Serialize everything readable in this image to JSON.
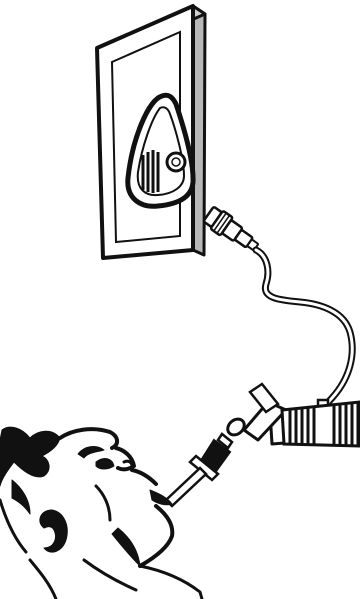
{
  "figure": {
    "background": "#ffffff",
    "ink": "#111111",
    "panel_shade": "#b8b8b8",
    "components": [
      "wall-outlet-panel",
      "mask-icon",
      "connector-plug",
      "sampling-tube",
      "t-piece-adapter",
      "corrugated-hose",
      "airway-tube",
      "patient-head"
    ]
  }
}
